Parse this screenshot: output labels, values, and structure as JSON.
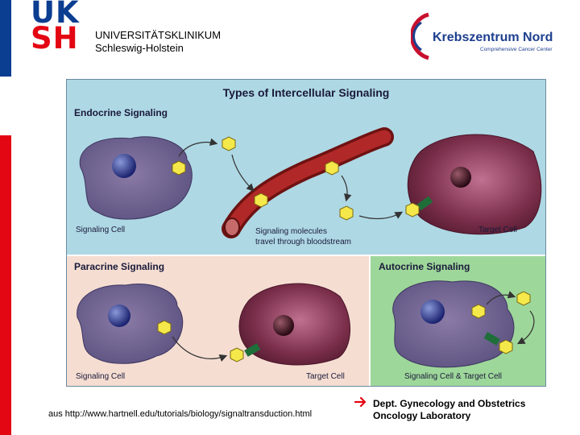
{
  "header": {
    "logo_top": "UK",
    "logo_bottom": "SH",
    "institution_line1": "UNIVERSITÄTSKLINIKUM",
    "institution_line2": "Schleswig-Holstein",
    "partner_logo_title": "Krebszentrum Nord",
    "partner_logo_subtitle": "Comprehensive Cancer Center"
  },
  "figure": {
    "title": "Types of Intercellular Signaling",
    "endocrine": {
      "heading": "Endocrine Signaling",
      "signaling_cell": "Signaling Cell",
      "molecules_line1": "Signaling molecules",
      "molecules_line2": "travel through bloodstream",
      "target_cell": "Target Cell"
    },
    "paracrine": {
      "heading": "Paracrine Signaling",
      "signaling_cell": "Signaling Cell",
      "target_cell": "Target Cell"
    },
    "autocrine": {
      "heading": "Autocrine Signaling",
      "cell_label": "Signaling Cell & Target Cell"
    }
  },
  "footer": {
    "source": "aus http://www.hartnell.edu/tutorials/biology/signaltransduction.html",
    "dept_line1": "Dept. Gynecology and Obstetrics",
    "dept_line2": "Oncology Laboratory"
  },
  "colors": {
    "ukshBlue": "#0b3d91",
    "ukshRed": "#e30613",
    "endocrineBg": "#aed8e4",
    "paracrineBg": "#f5ddd2",
    "autocrineBg": "#9ed79a",
    "molecule": "#f5e84a",
    "receptor": "#1f6e3a",
    "bloodVessel": "#8e1b1b"
  }
}
